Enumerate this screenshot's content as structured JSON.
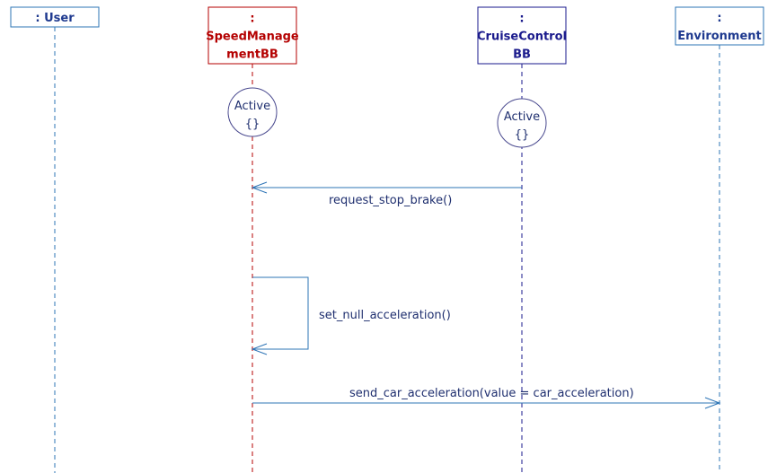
{
  "lifelines": [
    {
      "id": "user",
      "lines": [
        ": User"
      ],
      "color": "#1f3a8f",
      "border": "#2e75b6",
      "line_color": "#2e75b6"
    },
    {
      "id": "speed",
      "lines": [
        ":",
        "SpeedManage",
        "mentBB"
      ],
      "color": "#b40000",
      "border": "#b40000",
      "line_color": "#b40000"
    },
    {
      "id": "cruise",
      "lines": [
        ":",
        "CruiseControl",
        "BB"
      ],
      "color": "#1a1a8c",
      "border": "#1a1a8c",
      "line_color": "#1a1a8c"
    },
    {
      "id": "env",
      "lines": [
        ":",
        "Environment"
      ],
      "color": "#1f3a8f",
      "border": "#2e75b6",
      "line_color": "#2e75b6"
    }
  ],
  "states": [
    {
      "lifeline": "speed",
      "name": "Active",
      "body": "{}"
    },
    {
      "lifeline": "cruise",
      "name": "Active",
      "body": "{}"
    }
  ],
  "messages": [
    {
      "from": "cruise",
      "to": "speed",
      "label": "request_stop_brake()"
    },
    {
      "from": "speed",
      "to": "speed",
      "label": "set_null_acceleration()"
    },
    {
      "from": "speed",
      "to": "env",
      "label": "send_car_acceleration(value = car_acceleration)"
    }
  ],
  "colors": {
    "message": "#2e75b6",
    "state_border": "#4a4a8f"
  }
}
